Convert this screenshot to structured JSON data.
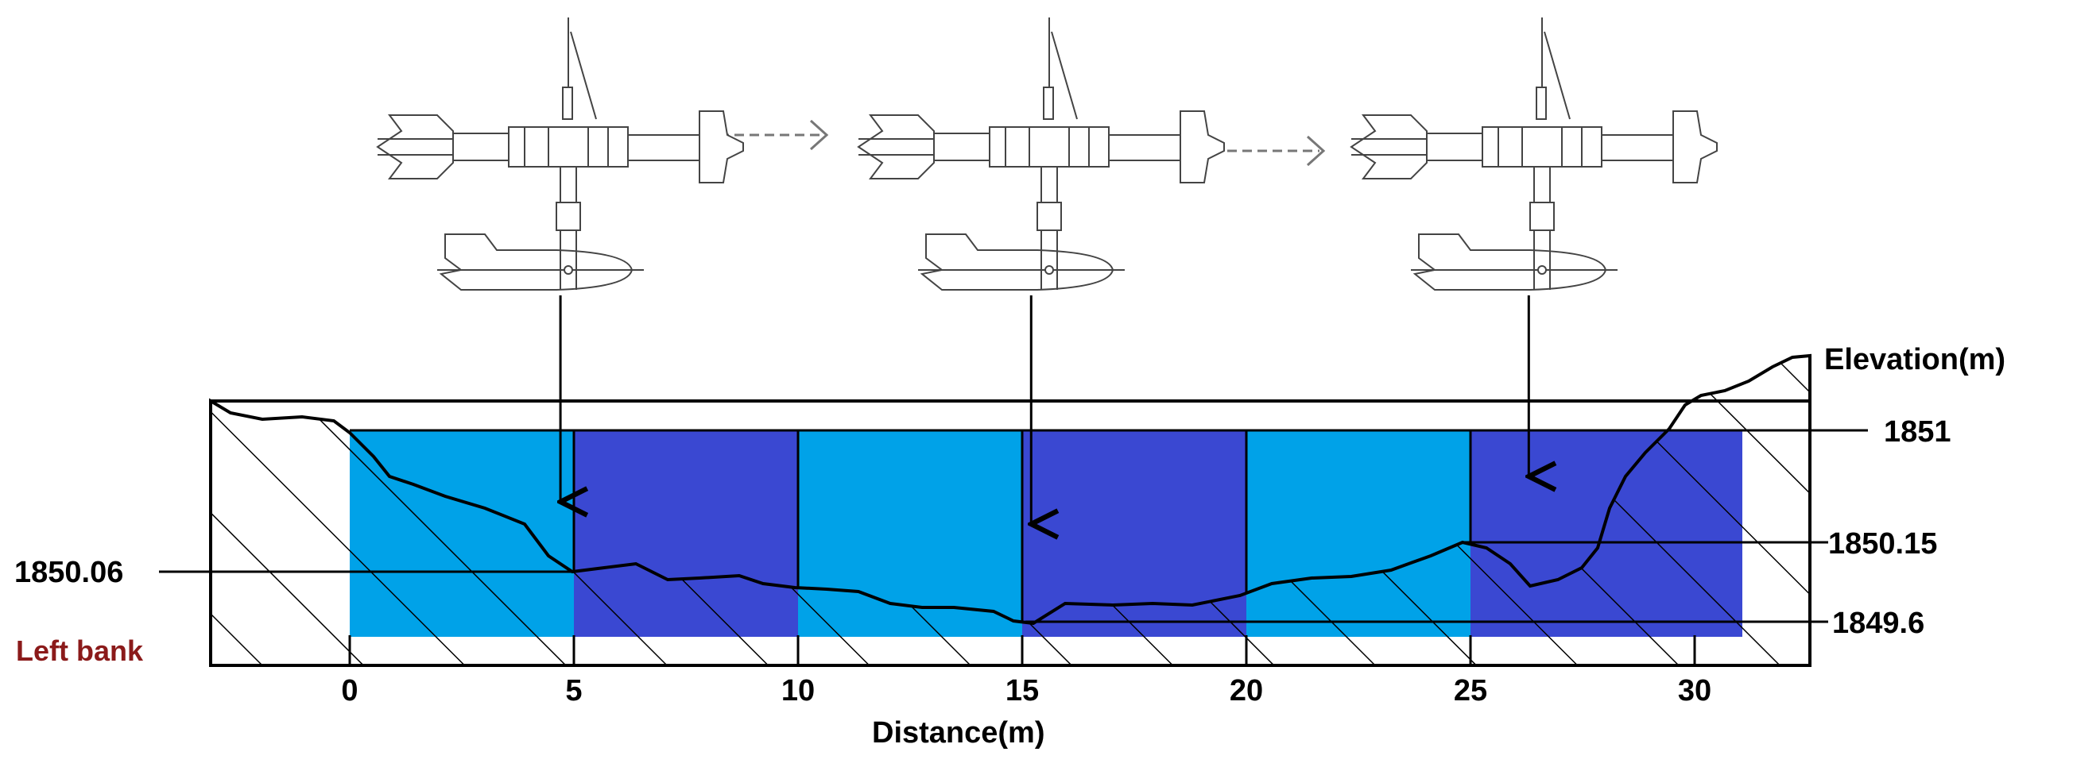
{
  "axis": {
    "x_title": "Distance(m)",
    "y_title": "Elevation(m)",
    "x_ticks": [
      "0",
      "5",
      "10",
      "15",
      "20",
      "25",
      "30"
    ]
  },
  "bank_label": "Left bank",
  "elevation_labels": {
    "left_water_edge": "1850.06",
    "surface": "1851",
    "right_step": "1850.15",
    "bed_min": "1849.6"
  },
  "colors": {
    "light_water": "#00a2e8",
    "dark_water": "#3a48d2",
    "label_red": "#8b1a1a",
    "ink": "#000000"
  },
  "sections": [
    {
      "from": 0,
      "to": 5,
      "shade": "light"
    },
    {
      "from": 5,
      "to": 10,
      "shade": "dark"
    },
    {
      "from": 10,
      "to": 15,
      "shade": "light"
    },
    {
      "from": 15,
      "to": 20,
      "shade": "dark"
    },
    {
      "from": 20,
      "to": 25,
      "shade": "light"
    },
    {
      "from": 25,
      "to": 30,
      "shade": "dark"
    }
  ],
  "current_meters": [
    {
      "name": "current-meter-1",
      "drop_at_distance": 4.7
    },
    {
      "name": "current-meter-2",
      "drop_at_distance": 15.2
    },
    {
      "name": "current-meter-3",
      "drop_at_distance": 26.3
    }
  ]
}
